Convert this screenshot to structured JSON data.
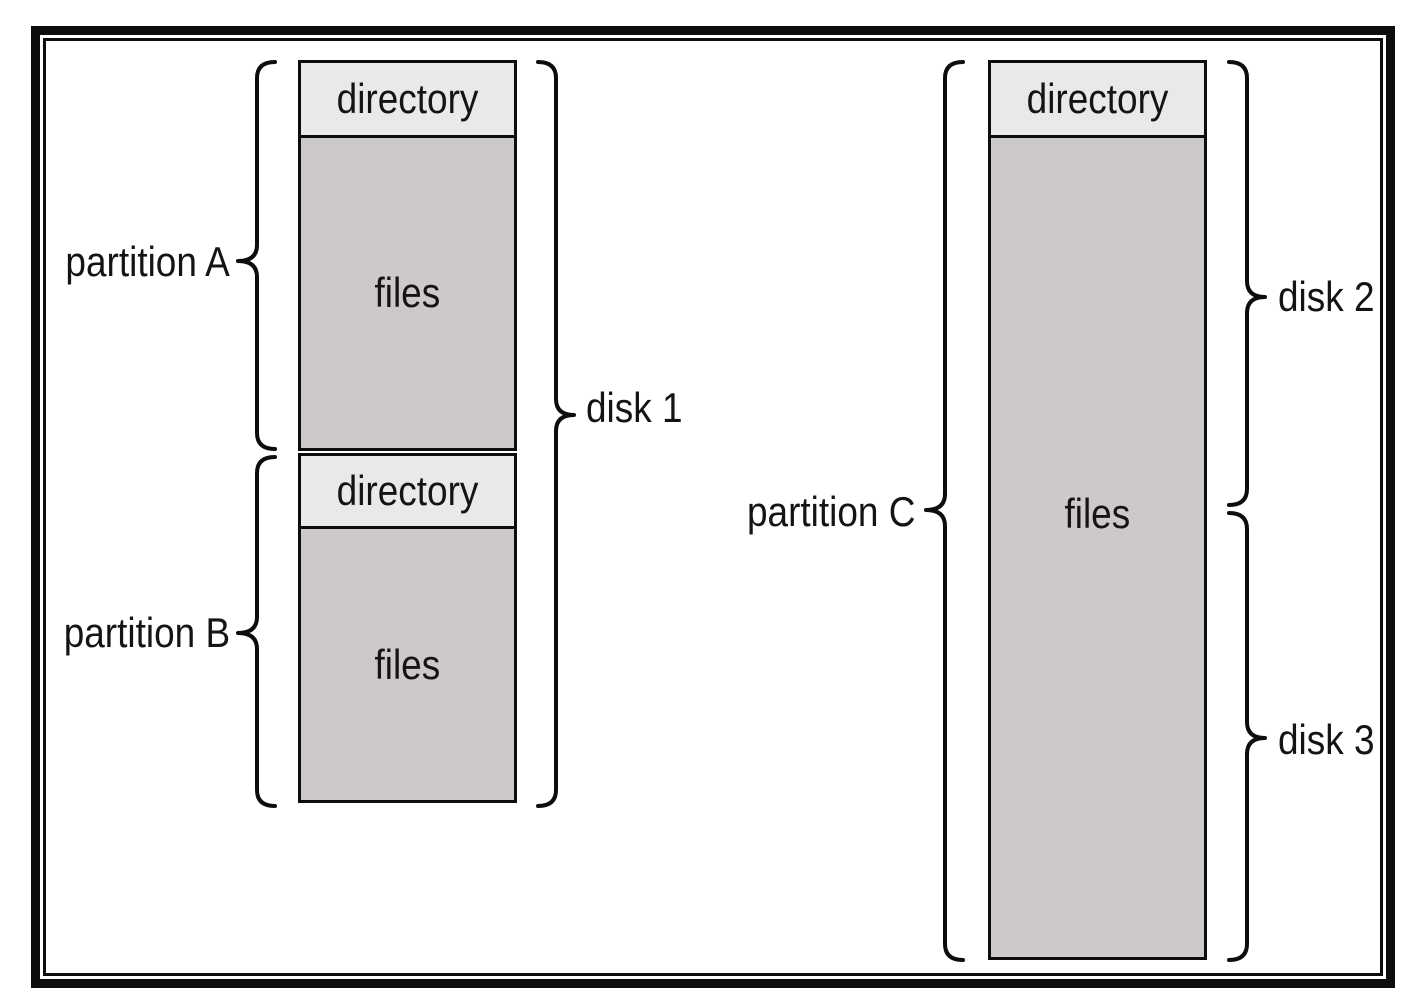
{
  "diagram": {
    "disk1": {
      "label": "disk 1",
      "partitions": [
        {
          "name": "partition A",
          "directory": "directory",
          "files": "files"
        },
        {
          "name": "partition B",
          "directory": "directory",
          "files": "files"
        }
      ]
    },
    "multiDisk": {
      "partition": {
        "name": "partition C",
        "directory": "directory",
        "files": "files"
      },
      "disks": [
        {
          "label": "disk 2"
        },
        {
          "label": "disk 3"
        }
      ]
    },
    "colors": {
      "directory_fill": "#e9e9e9",
      "files_fill": "#cdc8c9",
      "ink": "#0d0d0d",
      "background": "#ffffff"
    }
  }
}
